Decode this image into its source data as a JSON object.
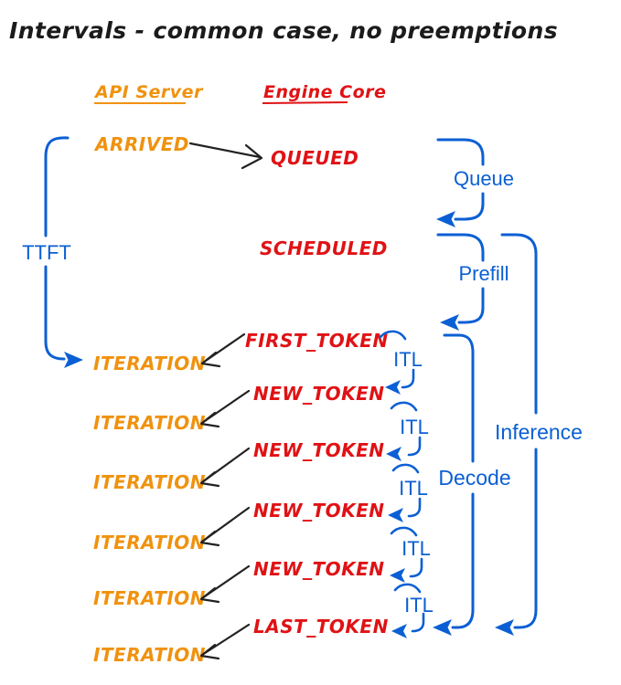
{
  "title": "Intervals - common case, no preemptions",
  "columns": {
    "api_server": "API Server",
    "engine_core": "Engine Core"
  },
  "api_events": {
    "arrived": "ARRIVED",
    "iterations": [
      "ITERATION",
      "ITERATION",
      "ITERATION",
      "ITERATION",
      "ITERATION",
      "ITERATION"
    ]
  },
  "engine_events": {
    "queued": "QUEUED",
    "scheduled": "SCHEDULED",
    "first_token": "FIRST_TOKEN",
    "new_tokens": [
      "NEW_TOKEN",
      "NEW_TOKEN",
      "NEW_TOKEN",
      "NEW_TOKEN"
    ],
    "last_token": "LAST_TOKEN"
  },
  "intervals": {
    "ttft": "TTFT",
    "queue": "Queue",
    "prefill": "Prefill",
    "decode": "Decode",
    "inference": "Inference",
    "itl": [
      "ITL",
      "ITL",
      "ITL",
      "ITL",
      "ITL"
    ]
  },
  "colors": {
    "accent_blue": "#0B5FD4",
    "event_orange": "#F0920E",
    "event_red": "#E01215",
    "ink_black": "#1B1B1B"
  }
}
